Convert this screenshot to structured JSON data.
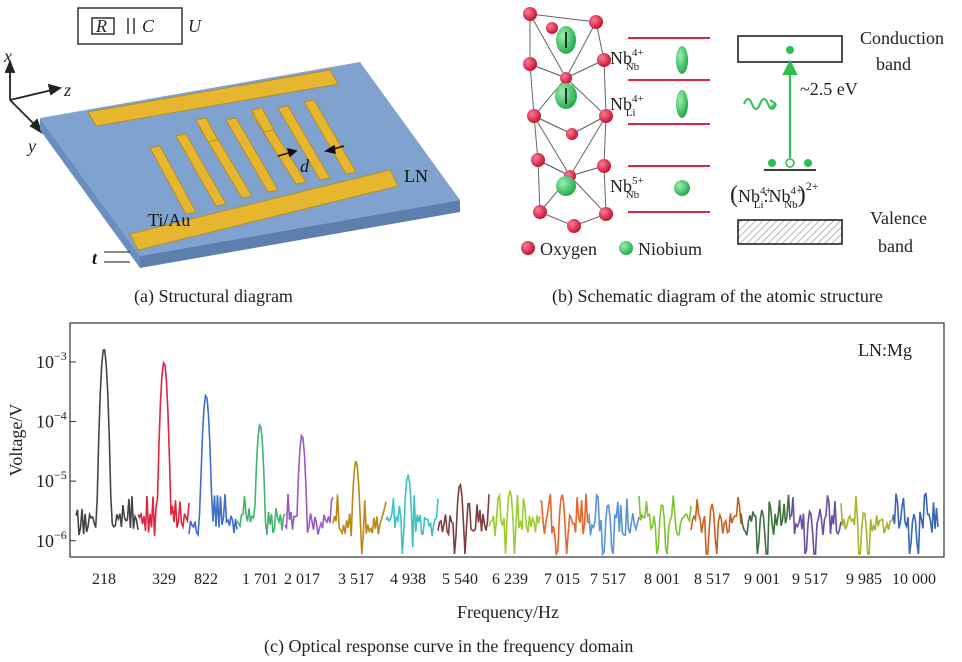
{
  "panel_a": {
    "caption": "(a) Structural diagram",
    "circuit": {
      "r": "R",
      "c": "C",
      "u": "U"
    },
    "axes": {
      "x": "x",
      "y": "y",
      "z": "z"
    },
    "labels": {
      "electrode": "Ti/Au",
      "substrate": "LN",
      "gap": "d",
      "thickness": "t"
    }
  },
  "panel_b": {
    "caption": "(b) Schematic diagram of the atomic structure",
    "legend": {
      "oxygen": "Oxygen",
      "niobium": "Niobium"
    },
    "levels": {
      "nb_nb4": "Nb",
      "nb_nb4_sup": "4+",
      "nb_nb4_sub": "Nb",
      "nb_li4": "Nb",
      "nb_li4_sup": "4+",
      "nb_li4_sub": "Li",
      "nb_nb5": "Nb",
      "nb_nb5_sup": "5+",
      "nb_nb5_sub": "Nb"
    },
    "bands": {
      "conduction": "Conduction",
      "conduction2": "band",
      "valence": "Valence",
      "valence2": "band",
      "energy": "~2.5 eV"
    },
    "pair": {
      "nb1": "Nb",
      "nb1_sup": "4+",
      "nb1_sub": "Li",
      "sep": ":",
      "nb2": "Nb",
      "nb2_sup": "4+",
      "nb2_sub": "Nb",
      "charge": "2+"
    }
  },
  "panel_c": {
    "caption": "(c) Optical response curve in the frequency domain",
    "inset_label": "LN:Mg"
  },
  "chart_data": {
    "type": "line",
    "xlabel": "Frequency/Hz",
    "ylabel": "Voltage/V",
    "yscale": "log",
    "ylim": [
      6e-07,
      0.004
    ],
    "ytick_labels": [
      "10",
      "10",
      "10",
      "10"
    ],
    "ytick_exps": [
      "−6",
      "−5",
      "−4",
      "−3"
    ],
    "ytick_values": [
      1e-06,
      1e-05,
      0.0001,
      0.001
    ],
    "categories": [
      "218",
      "329",
      "822",
      "1 701",
      "2 017",
      "3 517",
      "4 938",
      "5 540",
      "6 239",
      "7 015",
      "7 517",
      "8 001",
      "8 517",
      "9 001",
      "9 517",
      "9 985",
      "10 000"
    ],
    "peak_values": [
      0.0017,
      0.001,
      0.00028,
      9e-05,
      6e-05,
      2.2e-05,
      1.3e-05,
      9e-06,
      7e-06,
      6e-06,
      4.2e-06,
      4.2e-06,
      4.2e-06,
      3.3e-06,
      3.2e-06,
      3.1e-06,
      2.8e-06
    ],
    "series_colors": [
      "#444444",
      "#e0263f",
      "#3f6fc9",
      "#3fb56b",
      "#9b59c7",
      "#b98a13",
      "#3ec2c2",
      "#7b3f3f",
      "#9bcc33",
      "#e8642c",
      "#5a93d6",
      "#7fc330",
      "#c9621c",
      "#3f6f3f",
      "#6a4fa1",
      "#a5b52b",
      "#3a64b8"
    ],
    "grid": false
  }
}
